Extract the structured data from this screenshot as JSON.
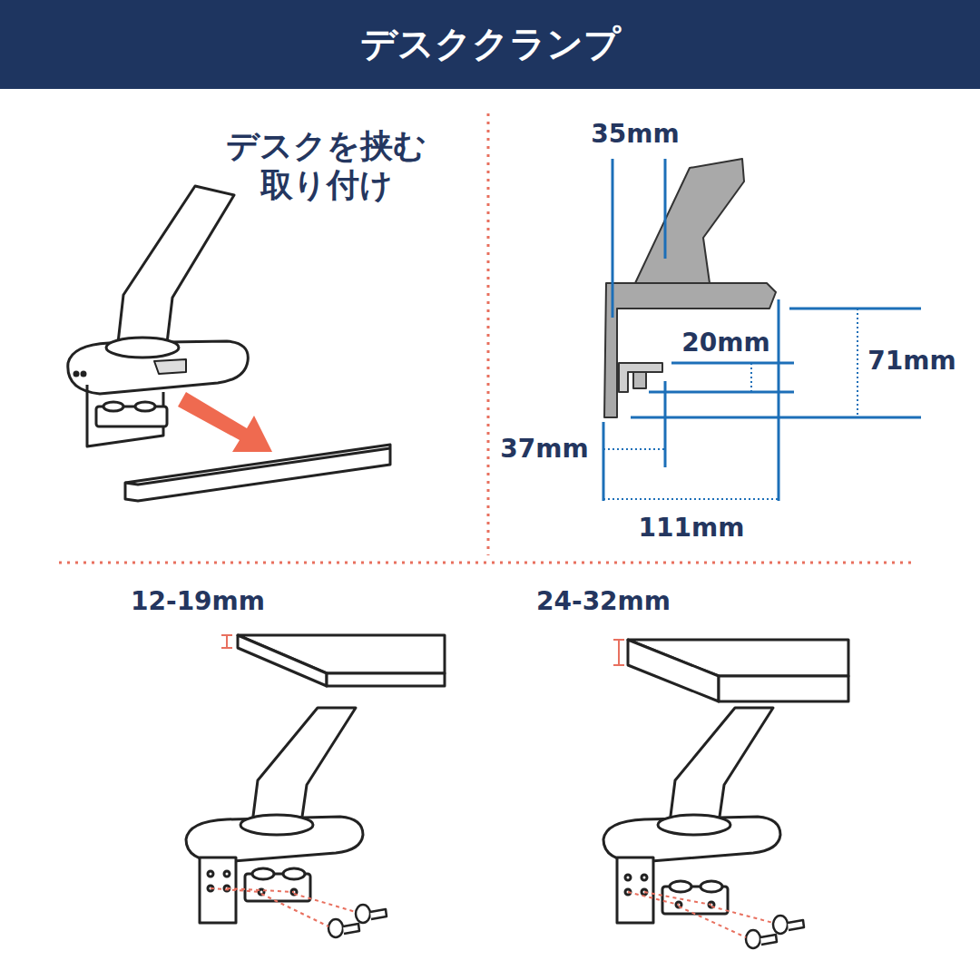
{
  "diagram": {
    "title": "デスククランプ",
    "labels": [
      "デスクを挟む 取り付け",
      "35mm",
      "20mm",
      "71mm",
      "37mm",
      "111mm",
      "12-19mm",
      "24-32mm"
    ]
  }
}
